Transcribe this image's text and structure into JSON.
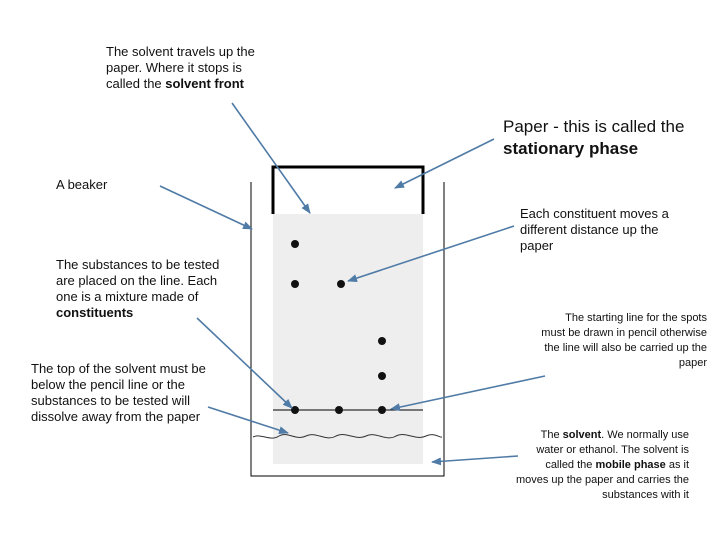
{
  "labels": {
    "solvent_front": {
      "text": "The solvent travels up the paper. Where it stops is called the ",
      "bold": "solvent front",
      "after": ""
    },
    "stationary_phase": {
      "text": "Paper - this is called the ",
      "bold": "stationary phase",
      "after": ""
    },
    "beaker": {
      "text": "A beaker",
      "bold": "",
      "after": ""
    },
    "constituent_distance": {
      "text": "Each constituent moves a different distance up the paper",
      "bold": "",
      "after": ""
    },
    "substances_tested": {
      "text": "The substances to be tested are placed on the line. Each one is a mixture made of ",
      "bold": "constituents",
      "after": ""
    },
    "starting_line": {
      "text": "The starting line for the spots must be drawn in pencil otherwise the line will also be carried up the paper",
      "bold": "",
      "after": ""
    },
    "solvent_below_line": {
      "text": "The top of the solvent must be below the pencil line or the substances to be tested will dissolve away from the paper",
      "bold": "",
      "after": ""
    },
    "solvent_mobile_phase": {
      "text": "The ",
      "bold": "solvent",
      "after": ". We normally use water or ethanol. The solvent is called the ",
      "bold2": "mobile phase",
      "after2": " as it moves up the paper and carries the substances with it"
    }
  },
  "colors": {
    "arrow": "#4f7ba6",
    "paper": "#eeeeee",
    "outline": "#000000",
    "spot": "#111111"
  }
}
